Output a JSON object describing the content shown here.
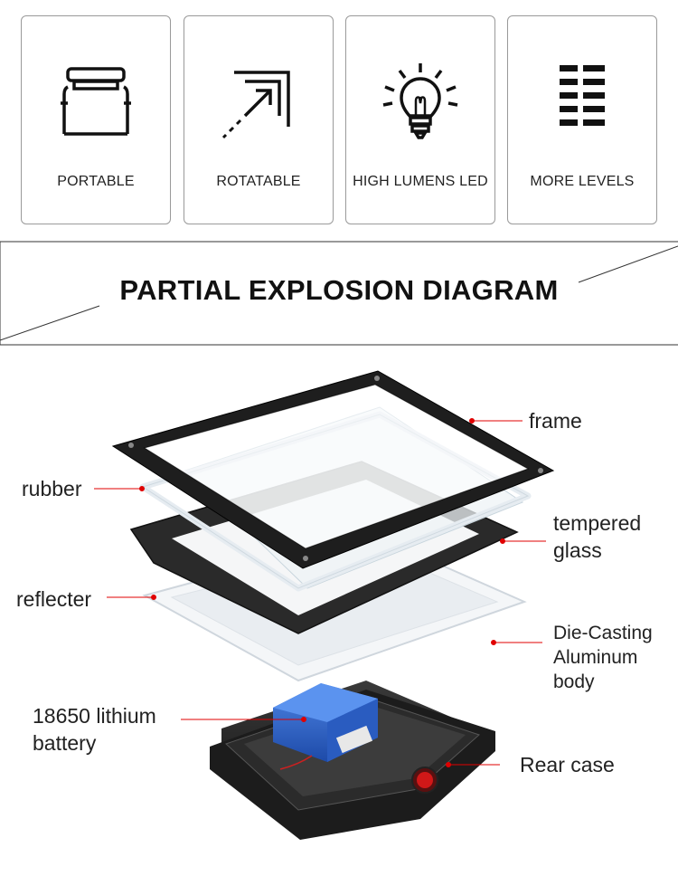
{
  "features": [
    {
      "label": "PORTABLE",
      "icon": "handle-icon"
    },
    {
      "label": "ROTATABLE",
      "icon": "rotate-arrow-icon"
    },
    {
      "label": "HIGH LUMENS LED",
      "icon": "lightbulb-icon"
    },
    {
      "label": "MORE LEVELS",
      "icon": "levels-icon"
    }
  ],
  "banner": {
    "title": "PARTIAL EXPLOSION DIAGRAM"
  },
  "callouts": {
    "frame": "frame",
    "rubber": "rubber",
    "tempered_glass_1": "tempered",
    "tempered_glass_2": "glass",
    "reflecter": "reflecter",
    "die_casting_1": "Die-Casting",
    "die_casting_2": "Aluminum",
    "die_casting_3": "body",
    "battery_1": "18650 lithium",
    "battery_2": "battery",
    "rear_case": "Rear case"
  },
  "colors": {
    "leader_line": "#e00000",
    "frame": "#1b1b1b",
    "battery": "#2f64c8",
    "switch": "#cc1010"
  }
}
